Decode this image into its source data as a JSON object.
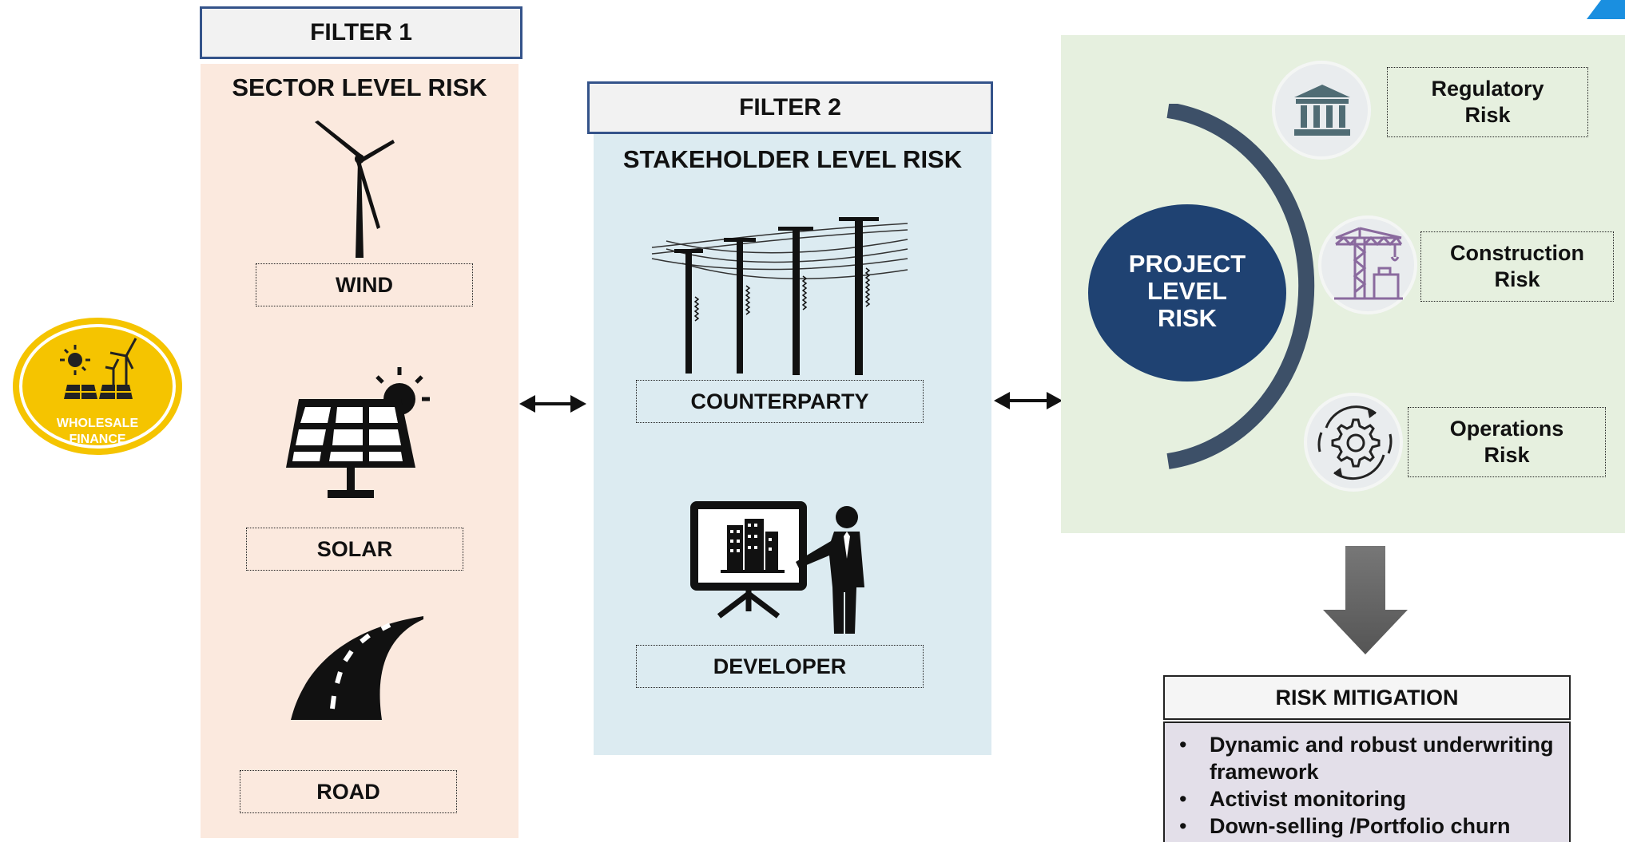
{
  "badge": {
    "line1": "WHOLESALE",
    "line2": "FINANCE"
  },
  "filter1": {
    "header": "FILTER 1",
    "title": "SECTOR LEVEL RISK",
    "items": [
      {
        "label": "WIND",
        "icon": "wind-turbine-icon"
      },
      {
        "label": "SOLAR",
        "icon": "solar-panel-icon"
      },
      {
        "label": "ROAD",
        "icon": "road-icon"
      }
    ]
  },
  "filter2": {
    "header": "FILTER 2",
    "title": "STAKEHOLDER LEVEL RISK",
    "items": [
      {
        "label": "COUNTERPARTY",
        "icon": "power-lines-icon"
      },
      {
        "label": "DEVELOPER",
        "icon": "presenter-icon"
      }
    ]
  },
  "project": {
    "center_line1": "PROJECT",
    "center_line2": "LEVEL",
    "center_line3": "RISK",
    "risks": [
      {
        "label": "Regulatory\nRisk",
        "icon": "bank-building-icon"
      },
      {
        "label": "Construction\nRisk",
        "icon": "crane-icon"
      },
      {
        "label": "Operations\nRisk",
        "icon": "gear-cycle-icon"
      }
    ]
  },
  "mitigation": {
    "header": "RISK MITIGATION",
    "items": [
      "Dynamic and robust underwriting framework",
      "Activist monitoring",
      "Down-selling /Portfolio churn"
    ]
  },
  "colors": {
    "filter_border": "#34538a",
    "filter1_bg": "#fbe9de",
    "filter2_bg": "#dcebf1",
    "project_bg": "#e6f0df",
    "project_circle": "#1f4272",
    "arc": "#3d5068",
    "badge_yellow": "#f5c400",
    "mitigation_bg": "#e3dfe9"
  }
}
